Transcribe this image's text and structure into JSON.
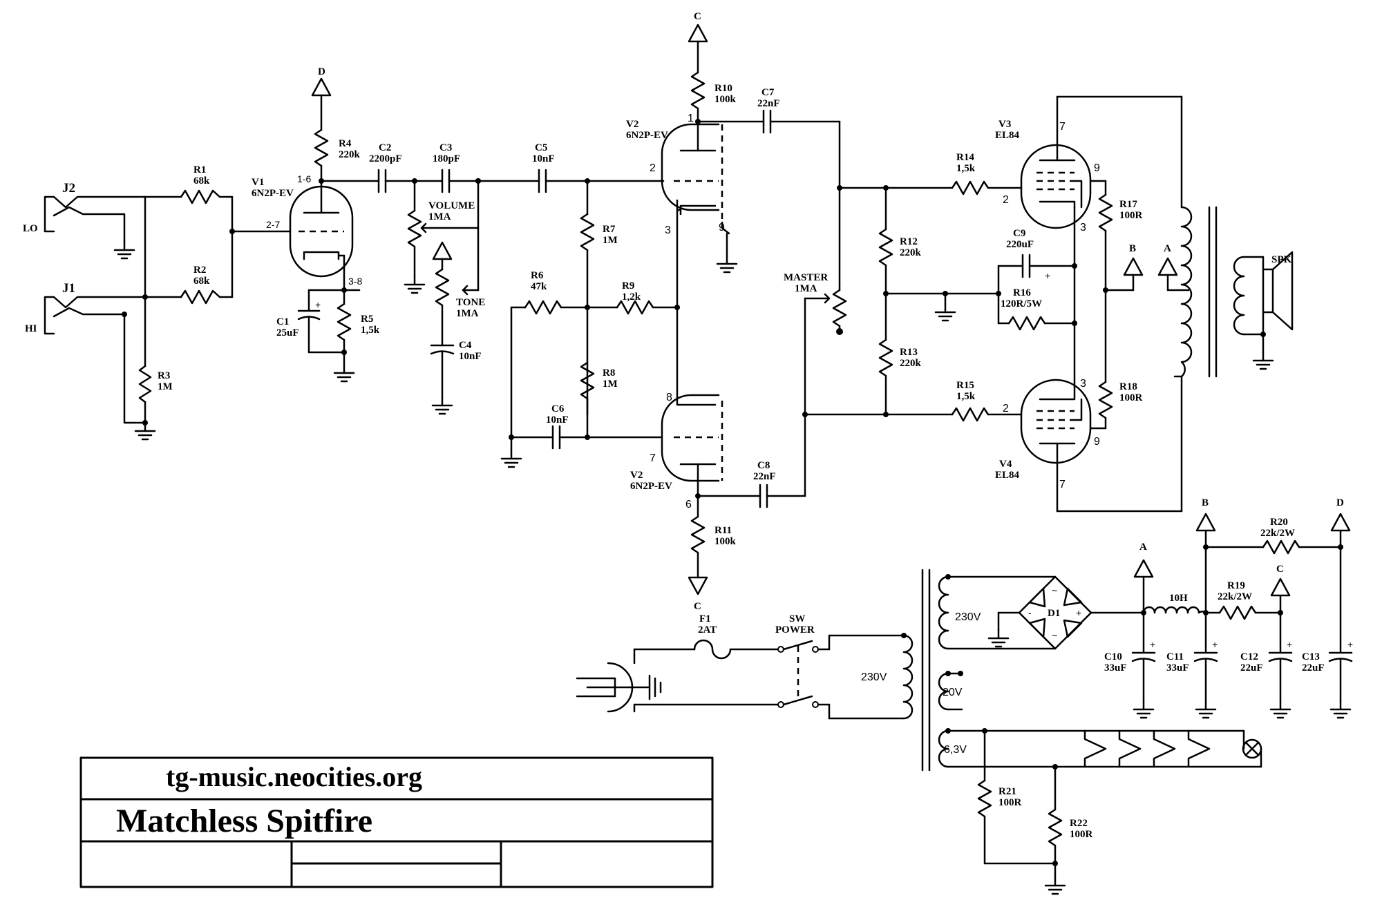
{
  "title_block": {
    "website": "tg-music.neocities.org",
    "title": "Matchless Spitfire"
  },
  "jacks": {
    "j2": "J2",
    "j2_label": "LO",
    "j1": "J1",
    "j1_label": "HI"
  },
  "tubes": {
    "v1": {
      "name": "V1",
      "type": "6N2P-EV",
      "pin_plate": "1-6",
      "pin_grid": "2-7",
      "pin_cathode": "3-8"
    },
    "v2a": {
      "name": "V2",
      "type": "6N2P-EV",
      "pin_plate": "1",
      "pin_grid": "2",
      "pin_cathode": "3",
      "pin_heater": "9"
    },
    "v2b": {
      "name": "V2",
      "type": "6N2P-EV",
      "pin_plate": "6",
      "pin_grid": "7",
      "pin_cathode": "8"
    },
    "v3": {
      "name": "V3",
      "type": "EL84",
      "pin_plate": "7",
      "pin_grid": "2",
      "pin_cathode": "3",
      "pin_screen": "9"
    },
    "v4": {
      "name": "V4",
      "type": "EL84",
      "pin_plate": "7",
      "pin_grid": "2",
      "pin_cathode": "3",
      "pin_screen": "9"
    }
  },
  "resistors": {
    "r1": [
      "R1",
      "68k"
    ],
    "r2": [
      "R2",
      "68k"
    ],
    "r3": [
      "R3",
      "1M"
    ],
    "r4": [
      "R4",
      "220k"
    ],
    "r5": [
      "R5",
      "1,5k"
    ],
    "r6": [
      "R6",
      "47k"
    ],
    "r7": [
      "R7",
      "1M"
    ],
    "r8": [
      "R8",
      "1M"
    ],
    "r9": [
      "R9",
      "1,2k"
    ],
    "r10": [
      "R10",
      "100k"
    ],
    "r11": [
      "R11",
      "100k"
    ],
    "r12": [
      "R12",
      "220k"
    ],
    "r13": [
      "R13",
      "220k"
    ],
    "r14": [
      "R14",
      "1,5k"
    ],
    "r15": [
      "R15",
      "1,5k"
    ],
    "r16": [
      "R16",
      "120R/5W"
    ],
    "r17": [
      "R17",
      "100R"
    ],
    "r18": [
      "R18",
      "100R"
    ],
    "r19": [
      "R19",
      "22k/2W"
    ],
    "r20": [
      "R20",
      "22k/2W"
    ],
    "r21": [
      "R21",
      "100R"
    ],
    "r22": [
      "R22",
      "100R"
    ]
  },
  "capacitors": {
    "c1": [
      "C1",
      "25uF"
    ],
    "c2": [
      "C2",
      "2200pF"
    ],
    "c3": [
      "C3",
      "180pF"
    ],
    "c4": [
      "C4",
      "10nF"
    ],
    "c5": [
      "C5",
      "10nF"
    ],
    "c6": [
      "C6",
      "10nF"
    ],
    "c7": [
      "C7",
      "22nF"
    ],
    "c8": [
      "C8",
      "22nF"
    ],
    "c9": [
      "C9",
      "220uF"
    ],
    "c10": [
      "C10",
      "33uF"
    ],
    "c11": [
      "C11",
      "33uF"
    ],
    "c12": [
      "C12",
      "22uF"
    ],
    "c13": [
      "C13",
      "22uF"
    ]
  },
  "pots": {
    "volume": [
      "VOLUME",
      "1MA"
    ],
    "tone": [
      "TONE",
      "1MA"
    ],
    "master": [
      "MASTER",
      "1MA"
    ]
  },
  "power": {
    "fuse": [
      "F1",
      "2AT"
    ],
    "switch": [
      "SW",
      "POWER"
    ],
    "primary_v": "230V",
    "sec_hv": "230V",
    "sec_20v": "20V",
    "sec_heater": "6,3V",
    "rectifier": "D1",
    "choke": "10H",
    "speaker": "SPK"
  },
  "rails": {
    "a": "A",
    "b": "B",
    "c": "C",
    "d": "D"
  },
  "marks": {
    "plus": "+",
    "ac": "~",
    "minus": "-"
  }
}
